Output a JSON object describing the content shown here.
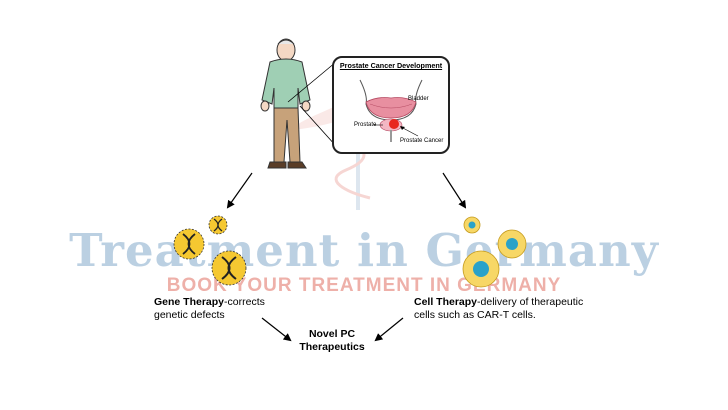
{
  "watermark": {
    "title": "Treatment in Germany",
    "subtitle": "BOOK YOUR TREATMENT IN GERMANY"
  },
  "callout": {
    "title": "Prostate Cancer Development",
    "labels": {
      "bladder": "Bladder",
      "prostate": "Prostate",
      "prostate_cancer": "Prostate Cancer"
    }
  },
  "gene_therapy": {
    "title": "Gene Therapy",
    "description_line1": "-corrects",
    "description_line2": "genetic defects"
  },
  "cell_therapy": {
    "title": "Cell Therapy",
    "description_line1": "-delivery of therapeutic",
    "description_line2": "cells such as CAR-T cells."
  },
  "outcome": {
    "line1": "Novel PC",
    "line2": "Therapeutics"
  },
  "colors": {
    "shirt": "#9fcfb4",
    "trousers": "#c7a27a",
    "gene_circle": "#f5c831",
    "cell_body": "#f7d766",
    "cell_nucleus": "#2aa2c9",
    "tumor": "#e8271f",
    "bladder": "#e88fa0",
    "watermark_text": "#8db0ce",
    "watermark_subtext": "#e8968c"
  },
  "icons": [
    "elderly-man-illustration",
    "dna-icon",
    "cell-icon",
    "caduceus-icon",
    "arrow-icon"
  ]
}
